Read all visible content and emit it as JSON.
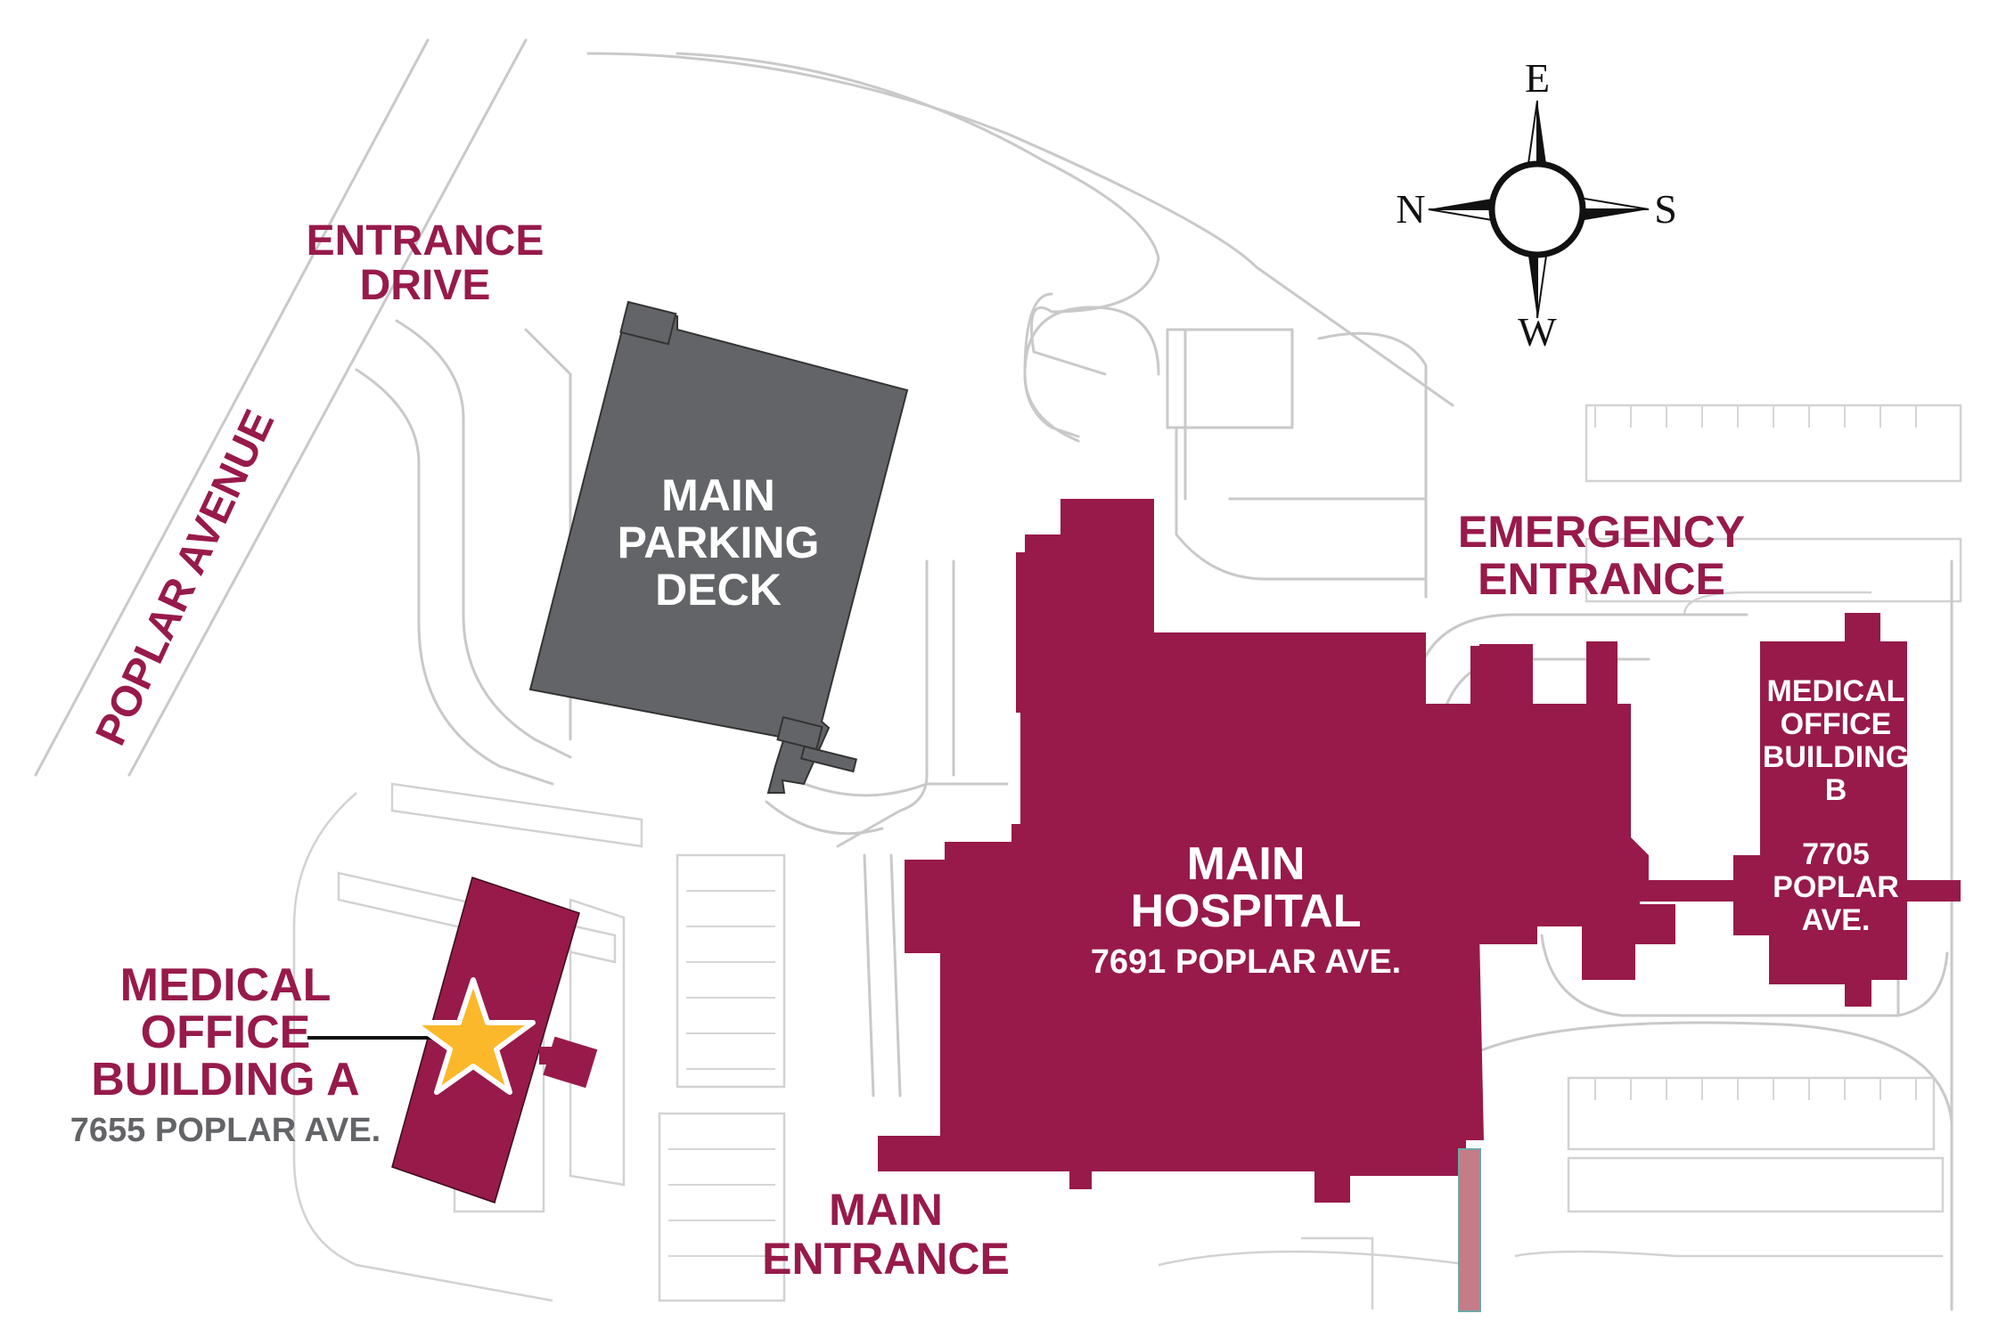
{
  "colors": {
    "building": "#971a4a",
    "parking_deck": "#636467",
    "label_maroon": "#971a4a",
    "label_gray": "#636467",
    "road_lines": "#c9c9c9",
    "star": "#fbb82a",
    "walkway": "#c47c86"
  },
  "labels": {
    "poplar_avenue": "POPLAR AVENUE",
    "entrance_drive": [
      "ENTRANCE",
      "DRIVE"
    ],
    "main_parking_deck": [
      "MAIN",
      "PARKING",
      "DECK"
    ],
    "emergency_entrance": [
      "EMERGENCY",
      "ENTRANCE"
    ],
    "main_hospital": [
      "MAIN",
      "HOSPITAL"
    ],
    "main_hospital_address": "7691 POPLAR AVE.",
    "medical_office_building_a": [
      "MEDICAL",
      "OFFICE",
      "BUILDING A"
    ],
    "medical_office_building_a_address": "7655 POPLAR AVE.",
    "medical_office_building_b": [
      "MEDICAL",
      "OFFICE",
      "BUILDING",
      "B"
    ],
    "medical_office_building_b_address": [
      "7705",
      "POPLAR",
      "AVE."
    ],
    "main_entrance": [
      "MAIN",
      "ENTRANCE"
    ]
  },
  "compass": {
    "top": "E",
    "left": "N",
    "right": "S",
    "bottom": "W",
    "icon": "compass-rose-icon"
  },
  "marker": {
    "icon": "star-icon",
    "marks": "MEDICAL OFFICE BUILDING A"
  }
}
